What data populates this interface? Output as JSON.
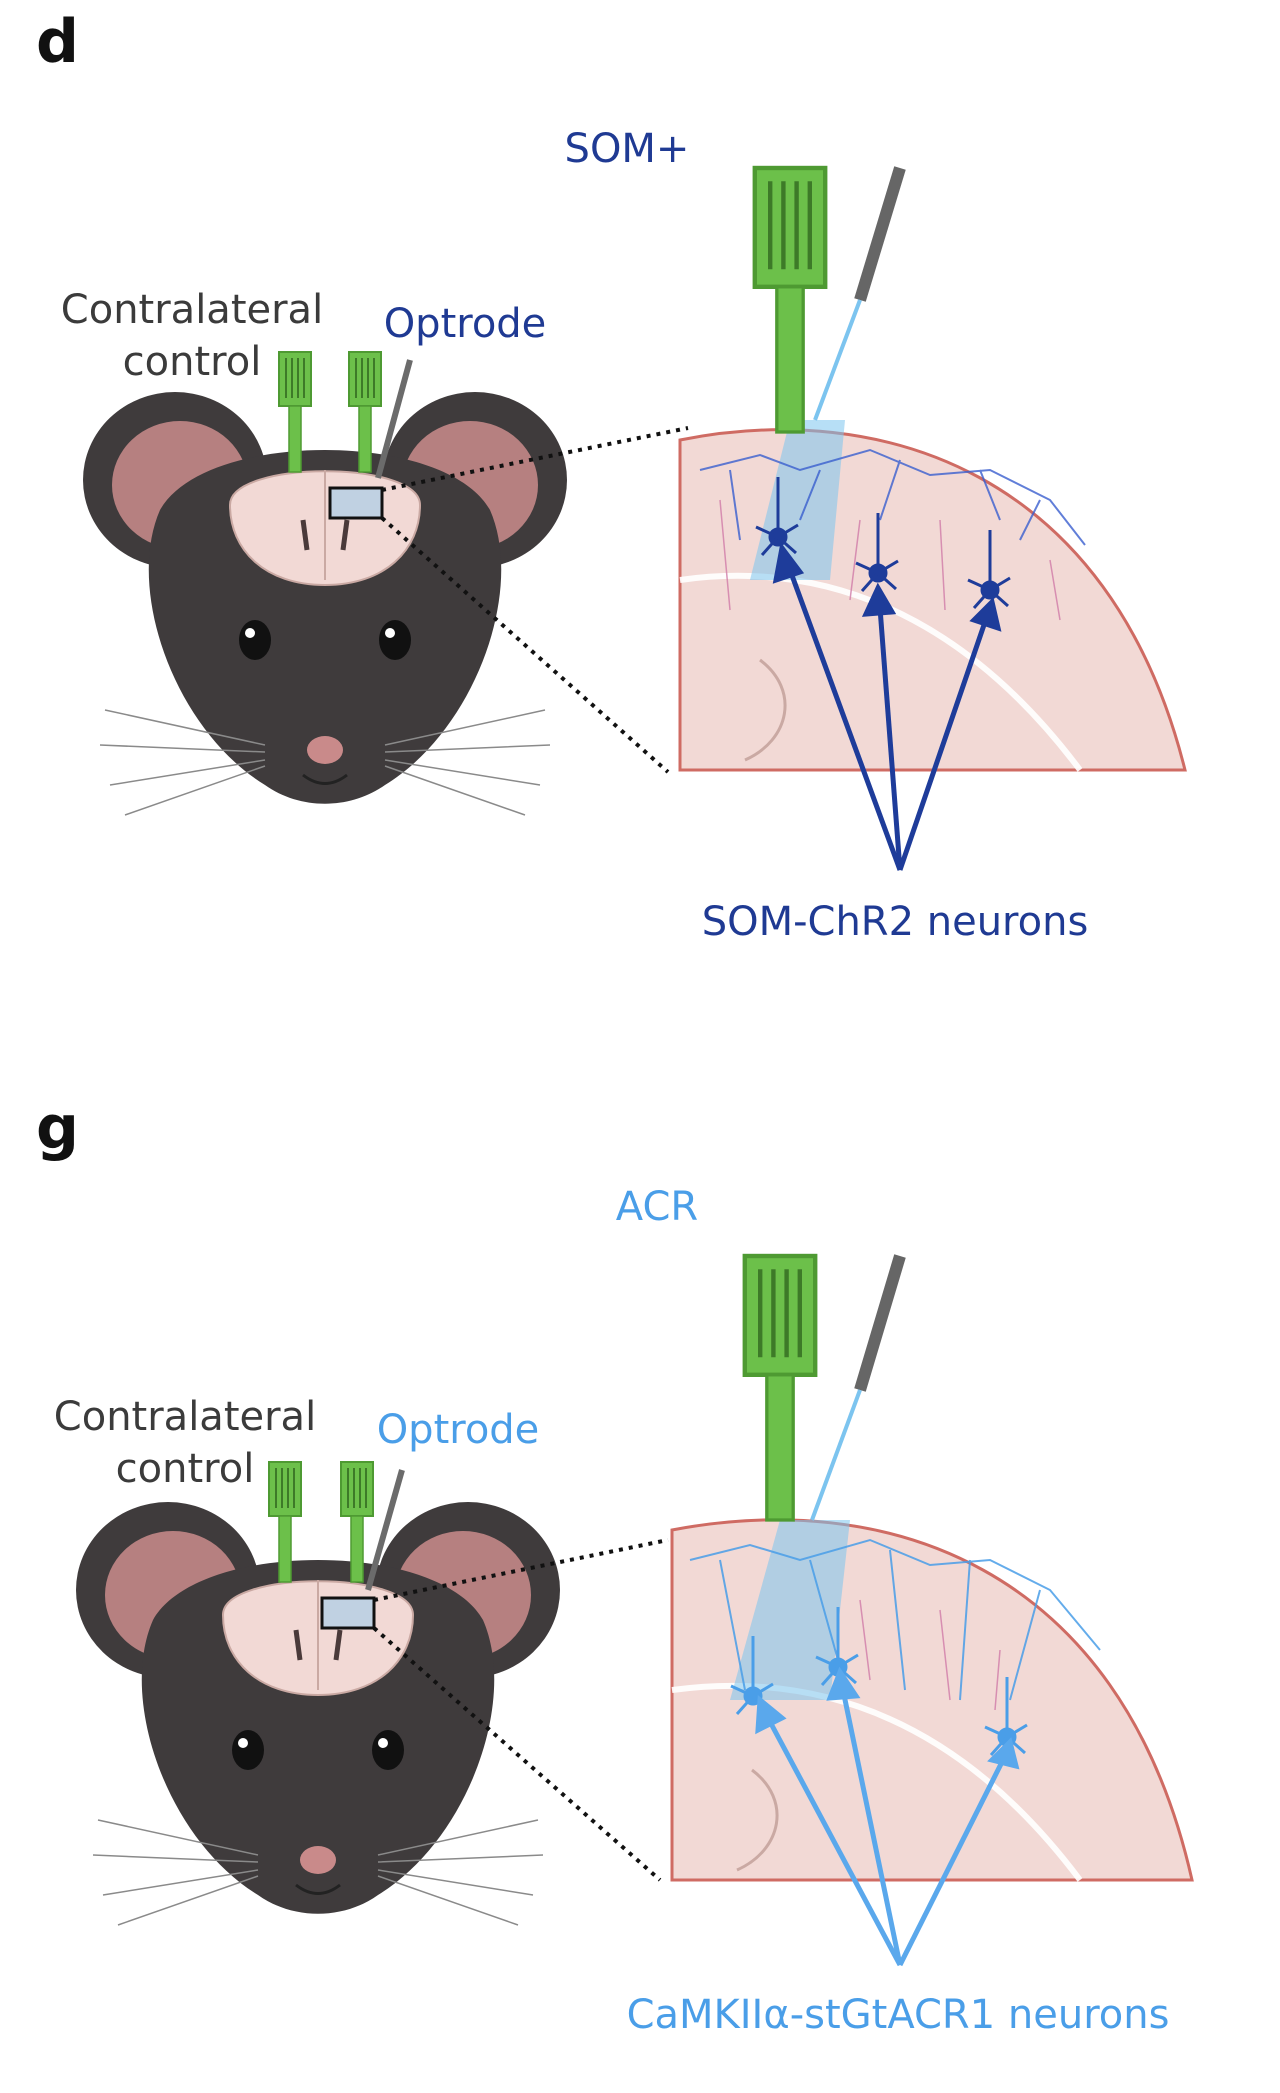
{
  "panels": [
    {
      "letter": "d",
      "title": "SOM+",
      "contralateral_line1": "Contralateral",
      "contralateral_line2": "control",
      "optrode": "Optrode",
      "neurons_label": "SOM-ChR2 neurons"
    },
    {
      "letter": "g",
      "title": "ACR",
      "contralateral_line1": "Contralateral",
      "contralateral_line2": "control",
      "optrode": "Optrode",
      "neurons_label": "CaMKIIα-stGtACR1 neurons"
    }
  ],
  "colors": {
    "som_text": "#1f3a93",
    "acr_text": "#4a9ee8",
    "probe_green": "#6cc04a",
    "mouse_fur": "#3f3b3c",
    "ear_inner": "#b68080",
    "brain_pink": "#f2d9d5",
    "cortex_edge": "#cf6b63",
    "som_arrow": "#1e3c9a",
    "acr_arrow": "#5aa8ec"
  },
  "icons": [
    "mouse-head-icon",
    "silicon-probe-icon",
    "optic-fiber-icon",
    "neuron-icon",
    "arrow-icon"
  ]
}
